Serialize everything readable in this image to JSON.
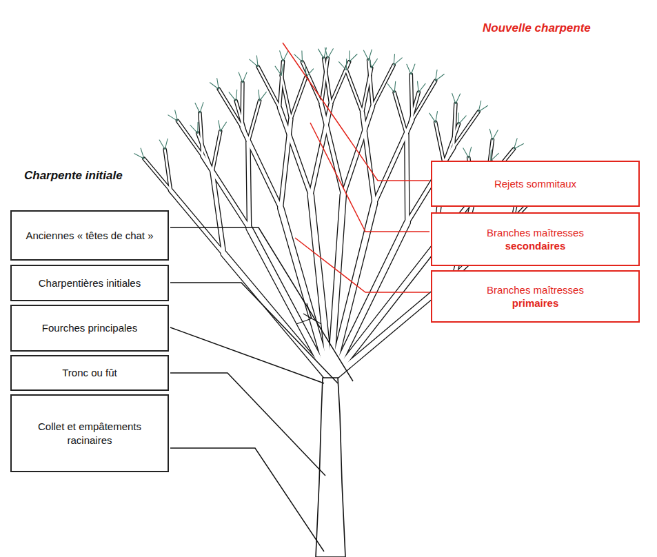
{
  "diagram": {
    "nodes": [
      {
        "text": [
          "Anciennes « têtes de chat »"
        ]
      },
      {
        "text": [
          "Charpentières initiales"
        ]
      },
      {
        "text": [
          "Fourches principales"
        ]
      },
      {
        "text": [
          "Tronc ou fût"
        ]
      },
      {
        "text": [
          "Collet et empâtements racinaires"
        ]
      },
      {
        "text": [
          "Rejets sommitaux"
        ]
      },
      {
        "text": [
          "Branches maîtresses",
          "secondaires"
        ]
      },
      {
        "text": [
          "Branches maîtresses",
          "primaires"
        ]
      }
    ],
    "labels": [
      "Charpente initiale",
      "Nouvelle charpente"
    ]
  }
}
